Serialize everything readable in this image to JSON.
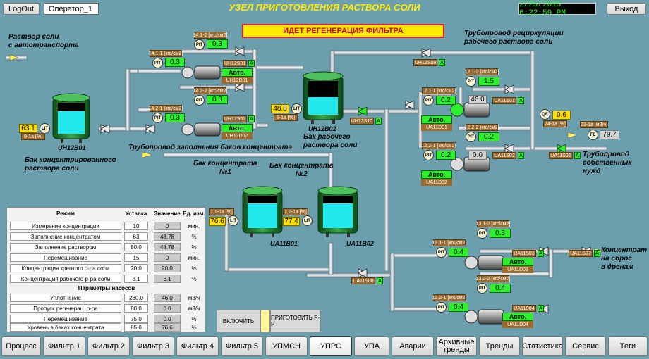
{
  "header": {
    "logout": "LogOut",
    "operator": "Оператор_1",
    "title": "УЗЕЛ ПРИГОТОВЛЕНИЯ РАСТВОРА СОЛИ",
    "datetime": "2/25/2015 6:22:59 PM",
    "exit": "Выход"
  },
  "alarm_banner": "ИДЕТ РЕГЕНЕРАЦИЯ ФИЛЬТРА",
  "labels": {
    "salt_from_truck": "Раствор соли\nс автотранспорта",
    "recirc_pipe": "Трубопровод рециркуляции\nрабочего раствора соли",
    "fill_pipe": "Трубопровод заполнения баков концентрата",
    "own_needs": "Трубопровод\nсобственных\nнужд",
    "drain": "Концентрат\nна сброс\nв дренаж",
    "tank_conc1": "Бак концентрата\n№1",
    "tank_conc2": "Бак концентрата\n№2",
    "tank_work_desc": "Бак рабочего\nраствора соли",
    "tank_conc_desc": "Бак концентрированного\nраствора соли"
  },
  "tanks": {
    "uh12b01": "UH12B01",
    "uh12b02": "UH12B02",
    "ua11b01": "UA11B01",
    "ua11b02": "UA11B02"
  },
  "instruments": {
    "lit_9_1a": {
      "tag": "9-1a [%]",
      "value": "63.1"
    },
    "lit_8_1a": {
      "tag": "8-1a [%]",
      "value": "48.8"
    },
    "lit_7_1a": {
      "tag": "7.1-1a [%]",
      "value": "76.6"
    },
    "lit_7_2a": {
      "tag": "7.2-1a [%]",
      "value": "77.4"
    },
    "pit_14_1_2": {
      "tag": "14.1-2 [кгс/см2]",
      "value": "0.3"
    },
    "pit_14_1_1": {
      "tag": "14.1-1 [кгс/см2]",
      "value": "0.3"
    },
    "pit_14_2_2": {
      "tag": "14.2-2 [кгс/см2]",
      "value": "0.3"
    },
    "pit_14_2_1": {
      "tag": "14.2-1 [кгс/см2]",
      "value": "0.3"
    },
    "pit_12_1_2": {
      "tag": "12.1-2 [кгс/см2]",
      "value": "1.5"
    },
    "pit_12_1_1": {
      "tag": "12.1-1 [кгс/см2]",
      "value": "0.2"
    },
    "pit_12_2_2": {
      "tag": "12.2-2 [кгс/см2]",
      "value": "0.2"
    },
    "pit_12_2_1": {
      "tag": "12.2-1 [кгс/см2]",
      "value": "0.2"
    },
    "pit_13_1_2": {
      "tag": "13.1-2 [кгс/см2]",
      "value": "0.3"
    },
    "pit_13_1_1": {
      "tag": "13.1-1 [кгс/см2]",
      "value": "0.4"
    },
    "pit_13_2_2": {
      "tag": "13.2-2 [кгс/см2]",
      "value": "0.4"
    },
    "pit_13_2_1": {
      "tag": "13.2-1 [кгс/см2]",
      "value": "0.4"
    },
    "qe_24_1a": {
      "tag": "24-1a [%]",
      "value": "0.6"
    },
    "fe_23_1a": {
      "tag": "23-1a [м3/ч]",
      "value": "79.7"
    },
    "freq_ua11d01": "46.0",
    "freq_ua11d02": "0.0"
  },
  "valves": {
    "uh12s01": "UH12S01",
    "uh12s02": "UH12S02",
    "uh12s09": "UH12S09",
    "uh12s10": "UH12S10",
    "ua11s01": "UA11S01",
    "ua11s02": "UA11S02",
    "ua11s06": "UA11S06",
    "ua11s03": "UA11S03",
    "ua11s04": "UA11S04",
    "ua11s07": "UA11S07",
    "ua11s08": "UA11S08",
    "indicator": "A"
  },
  "pumps": {
    "uh12d01": {
      "mode": "Авто.",
      "tag": "UH12D01"
    },
    "uh12d02": {
      "mode": "Авто.",
      "tag": "UH12D02"
    },
    "ua11d01": {
      "mode": "Авто.",
      "tag": "UA11D01"
    },
    "ua11d02": {
      "mode": "Авто.",
      "tag": "UA11D02"
    },
    "ua11d03": {
      "mode": "Авто.",
      "tag": "UA11D03"
    },
    "ua11d04": {
      "mode": "Авто.",
      "tag": "UA11D04"
    }
  },
  "mode_panel": {
    "headers": [
      "Режим",
      "Уставка",
      "Значение",
      "Ед. изм."
    ],
    "rows": [
      {
        "name": "Измерение концентрации",
        "set": "10",
        "value": "0",
        "unit": "мин."
      },
      {
        "name": "Заполнение концентратом",
        "set": "63",
        "value": "48.78",
        "unit": "%"
      },
      {
        "name": "Заполнение раствором",
        "set": "80.0",
        "value": "48.78",
        "unit": "%"
      },
      {
        "name": "Перемешивание",
        "set": "15",
        "value": "0",
        "unit": "мин."
      },
      {
        "name": "Концентрация крепкого р-ра соли",
        "set": "20.0",
        "value": "20.0",
        "unit": "%"
      },
      {
        "name": "Концентрация рабочего р-ра соли",
        "set": "8.1",
        "value": "8.1",
        "unit": "%"
      }
    ],
    "pump_header": "Параметры насосов",
    "pump_rows": [
      {
        "name": "Уплотнение",
        "set": "280.0",
        "value": "46.0",
        "unit": "м3/ч"
      },
      {
        "name": "Пропуск регенерац. р-ра",
        "set": "80.0",
        "value": "0.0",
        "unit": "м3/ч"
      },
      {
        "name": "Перемешивание",
        "set": "75.0",
        "value": "0.0",
        "unit": "%"
      },
      {
        "name": "Уровень в баках концентрата",
        "set": "85.0",
        "value": "76.6",
        "unit": "%"
      }
    ]
  },
  "actions": {
    "enable": "ВКЛЮЧИТЬ",
    "prepare": "ПРИГОТОВИТЬ Р-Р"
  },
  "nav": [
    "Процесс",
    "Фильтр 1",
    "Фильтр 2",
    "Фильтр 3",
    "Фильтр 4",
    "Фильтр 5",
    "УПМСН",
    "УПРС",
    "УПА",
    "Аварии",
    "Архивные тренды",
    "Тренды",
    "Статистика",
    "Сервис",
    "Теги"
  ],
  "nav_active": "УПРС",
  "colors": {
    "background": "#6c9fae",
    "value_green": "#2af22a",
    "value_yellow": "#ffe000",
    "tag_brown": "#9a6a2f",
    "tank_green": "#1c7a28",
    "liquid": "#22e8ee",
    "pipe": "#d8dee2"
  }
}
